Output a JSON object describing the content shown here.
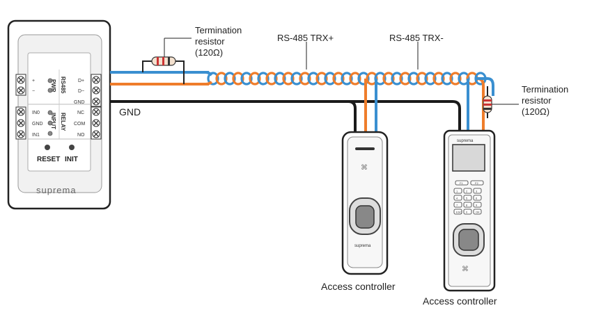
{
  "labels": {
    "rs485_trx_plus": "RS-485 TRX+",
    "rs485_trx_minus": "RS-485 TRX-",
    "gnd": "GND",
    "termination_left": [
      "Termination",
      "resistor",
      "(120Ω)"
    ],
    "termination_right": [
      "Termination",
      "resistor",
      "(120Ω)"
    ],
    "device1_caption": "Access controller",
    "device2_caption": "Access controller"
  },
  "module": {
    "brand": "suprema",
    "pwr_label": "PWR",
    "rs485_label": "RS485",
    "input_label": "INPUT",
    "relay_label": "RELAY",
    "pwr_pins": [
      "+",
      "−"
    ],
    "rs485_pins": [
      "D+",
      "D−",
      "GND"
    ],
    "input_pins": [
      "IN0",
      "GND",
      "IN1"
    ],
    "relay_pins": [
      "NC",
      "COM",
      "NO"
    ],
    "reset_label": "RESET",
    "init_label": "INIT"
  },
  "device1": {
    "brand": "suprema"
  },
  "device2": {
    "brand": "suprema",
    "keys": [
      "F1",
      "F2",
      "1",
      "2",
      "3",
      "4",
      "5",
      "6",
      "7",
      "8",
      "9",
      "ESC",
      "0",
      "OK"
    ]
  },
  "colors": {
    "blue": "#3a8fd0",
    "orange": "#ef7d2b",
    "black": "#1a1a1a",
    "device_outline": "#333333"
  }
}
